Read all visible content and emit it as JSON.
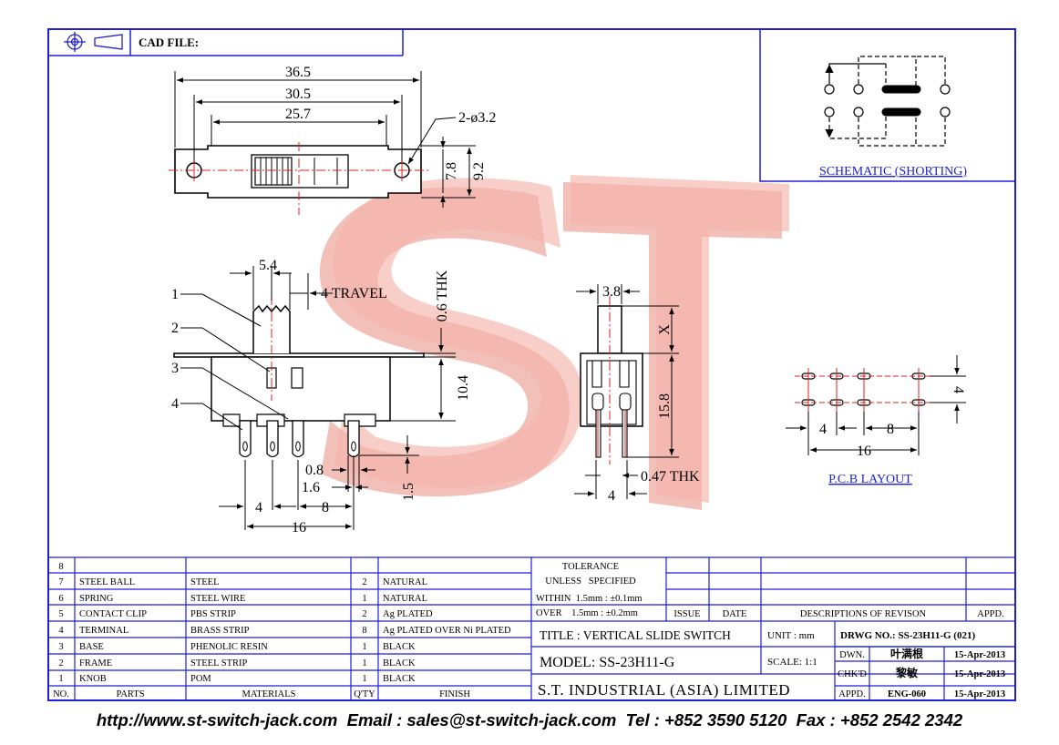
{
  "colors": {
    "frame": "#1f1fd6",
    "ink": "#000000",
    "center_line": "#dd2222",
    "watermark": "#f0a49c",
    "watermark_dark": "#e88a80"
  },
  "header": {
    "cad_file_label": "CAD FILE:"
  },
  "watermark": {
    "letters": "ST"
  },
  "schematic": {
    "title": "SCHEMATIC (SHORTING)"
  },
  "top_view": {
    "dims": {
      "overall": "36.5",
      "hole_pitch": "30.5",
      "body": "25.7",
      "holes": "2-ø3.2",
      "height_a": "7.8",
      "height_b": "9.2"
    }
  },
  "side_view": {
    "dims": {
      "knob_width": "5.4",
      "travel": "4 TRAVEL",
      "plate_thk": "0.6 THK",
      "body_height": "10.4",
      "pin_width": "0.8",
      "pin_pitch_fine": "1.6",
      "pin_length": "1.5",
      "pin_pitch": "4",
      "pin_spacing": "8",
      "span": "16"
    },
    "callouts": [
      "1",
      "2",
      "3",
      "4"
    ]
  },
  "end_view": {
    "dims": {
      "knob": "3.8",
      "knob_height": "X",
      "total_height": "15.8",
      "pin_thk": "0.47 THK",
      "pin": "4"
    }
  },
  "pcb": {
    "title": "P.C.B LAYOUT",
    "dims": {
      "row": "4",
      "pitch": "4",
      "spacing": "8",
      "span": "16"
    }
  },
  "parts_table": {
    "headers": {
      "no": "NO.",
      "parts": "PARTS",
      "materials": "MATERIALS",
      "qty": "Q'TY",
      "finish": "FINISH"
    },
    "rows": [
      {
        "no": "8",
        "part": "",
        "material": "",
        "qty": "",
        "finish": ""
      },
      {
        "no": "7",
        "part": "STEEL BALL",
        "material": "STEEL",
        "qty": "2",
        "finish": "NATURAL"
      },
      {
        "no": "6",
        "part": "SPRING",
        "material": "STEEL WIRE",
        "qty": "1",
        "finish": "NATURAL"
      },
      {
        "no": "5",
        "part": "CONTACT CLIP",
        "material": "PBS STRIP",
        "qty": "2",
        "finish": "Ag PLATED"
      },
      {
        "no": "4",
        "part": "TERMINAL",
        "material": "BRASS STRIP",
        "qty": "8",
        "finish": "Ag PLATED OVER Ni PLATED"
      },
      {
        "no": "3",
        "part": "BASE",
        "material": "PHENOLIC RESIN",
        "qty": "1",
        "finish": "BLACK"
      },
      {
        "no": "2",
        "part": "FRAME",
        "material": "STEEL STRIP",
        "qty": "1",
        "finish": "BLACK"
      },
      {
        "no": "1",
        "part": "KNOB",
        "material": "POM",
        "qty": "1",
        "finish": "BLACK"
      }
    ]
  },
  "tolerance": {
    "title": "TOLERANCE",
    "subtitle": "UNLESS   SPECIFIED",
    "within": "WITHIN  1.5mm : ±0.1mm",
    "over": "OVER    1.5mm : ±0.2mm"
  },
  "revision": {
    "issue": "ISSUE",
    "date": "DATE",
    "description": "DESCRIPTIONS OF REVISON",
    "appd": "APPD."
  },
  "title_block": {
    "title": "TITLE : VERTICAL SLIDE SWITCH",
    "unit": "UNIT :  mm",
    "drawing_no": "DRWG NO.: SS-23H11-G (021)",
    "model": "MODEL: SS-23H11-G",
    "scale": "SCALE:  1:1",
    "company": "S.T. INDUSTRIAL (ASIA) LIMITED",
    "dwn_label": "DWN.",
    "dwn_name": "叶满根",
    "dwn_date": "15-Apr-2013",
    "chkd_label": "CHK'D",
    "chkd_name": "黎敏",
    "chkd_date": "15-Apr-2013",
    "appd_label": "APPD.",
    "appd_name": "ENG-060",
    "appd_date": "15-Apr-2013"
  },
  "footer": {
    "contact": "http://www.st-switch-jack.com  Email : sales@st-switch-jack.com  Tel : +852 3590 5120  Fax : +852 2542 2342"
  }
}
